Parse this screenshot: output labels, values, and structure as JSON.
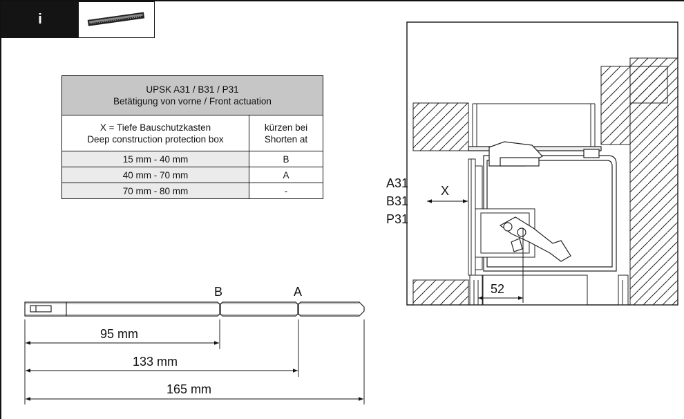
{
  "header": {
    "info_label": "i"
  },
  "table": {
    "title_line1": "UPSK A31 / B31 / P31",
    "title_line2": "Betätigung von vorne / Front actuation",
    "col1_header_line1": "X = Tiefe Bauschutzkasten",
    "col1_header_line2": "Deep construction protection box",
    "col2_header_line1": "kürzen bei",
    "col2_header_line2": "Shorten at",
    "rows": [
      {
        "range": "15 mm - 40 mm",
        "cut": "B"
      },
      {
        "range": "40 mm - 70 mm",
        "cut": "A"
      },
      {
        "range": "70 mm - 80 mm",
        "cut": "-"
      }
    ]
  },
  "rod": {
    "mark_b": "B",
    "mark_a": "A",
    "dim_95": "95 mm",
    "dim_133": "133 mm",
    "dim_165": "165 mm"
  },
  "section": {
    "labels": [
      "A31",
      "B31",
      "P31"
    ],
    "dim_x": "X",
    "dim_52": "52"
  }
}
